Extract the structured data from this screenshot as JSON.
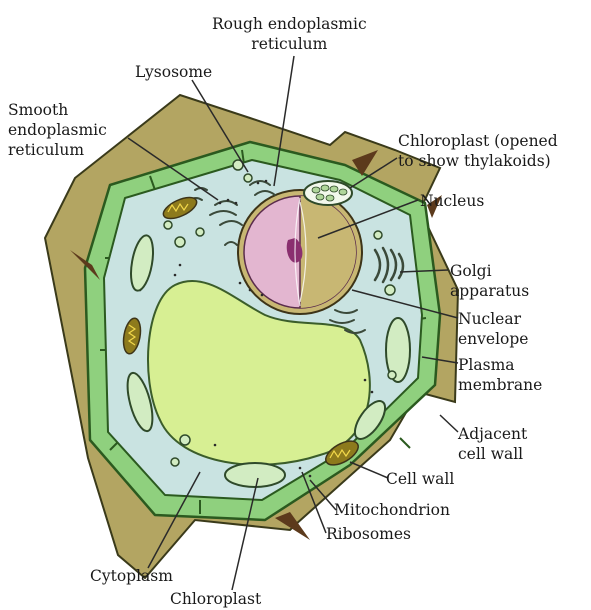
{
  "labels": {
    "rough_er": [
      "Rough endoplasmic",
      "reticulum"
    ],
    "lysosome": [
      "Lysosome"
    ],
    "smooth_er": [
      "Smooth",
      "endoplasmic",
      "reticulum"
    ],
    "chloroplast_open": [
      "Chloroplast (opened",
      "to show thylakoids)"
    ],
    "nucleus": [
      "Nucleus"
    ],
    "golgi": [
      "Golgi",
      "apparatus"
    ],
    "nuclear_envelope": [
      "Nuclear",
      "envelope"
    ],
    "plasma_membrane": [
      "Plasma",
      "membrane"
    ],
    "adjacent_wall": [
      "Adjacent",
      "cell wall"
    ],
    "cell_wall": [
      "Cell wall"
    ],
    "mitochondrion": [
      "Mitochondrion"
    ],
    "ribosomes": [
      "Ribosomes"
    ],
    "cytoplasm": [
      "Cytoplasm"
    ],
    "chloroplast": [
      "Chloroplast"
    ]
  },
  "colors": {
    "adjacent_wall_fill": "#b3a562",
    "cell_wall_fill": "#8fd07e",
    "wall_outline": "#2b5a1f",
    "cytoplasm_fill": "#c9e3e1",
    "vacuole_fill": "#d7ef93",
    "nucleus_fill": "#c8b773",
    "nucleus_inner": "#e3b6d0",
    "nucleolus": "#8a2f6f",
    "mitochondrion_fill": "#8d7a1c",
    "organelle_fill": "#d2ecc2",
    "corner_fill": "#5c3a1c"
  }
}
